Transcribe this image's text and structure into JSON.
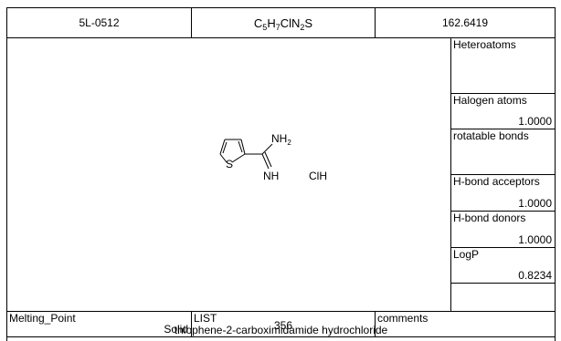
{
  "header": {
    "catalog_id": "5L-0512",
    "formula_parts": [
      {
        "t": "C"
      },
      {
        "s": "5"
      },
      {
        "t": "H"
      },
      {
        "s": "7"
      },
      {
        "t": "ClN"
      },
      {
        "s": "2"
      },
      {
        "t": "S"
      }
    ],
    "mol_weight": "162.6419"
  },
  "structure": {
    "atoms": {
      "sulfur": "S",
      "amine_n": "NH",
      "amine_sub": "2",
      "imine": "NH",
      "salt": "ClH"
    }
  },
  "properties": [
    {
      "label": "Heteroatoms",
      "value": ""
    },
    {
      "label": "Halogen atoms",
      "value": "1.0000"
    },
    {
      "label": "rotatable bonds",
      "value": ""
    },
    {
      "label": "H-bond acceptors",
      "value": "1.0000"
    },
    {
      "label": "H-bond donors",
      "value": "1.0000"
    },
    {
      "label": "LogP",
      "value": "0.8234"
    }
  ],
  "footer": {
    "melting_label": "Melting_Point",
    "melting_value": "Solid",
    "list_label": "LIST",
    "list_value": "356",
    "comments_label": "comments",
    "compound_name": "thiophene-2-carboximidamide hydrochloride"
  }
}
